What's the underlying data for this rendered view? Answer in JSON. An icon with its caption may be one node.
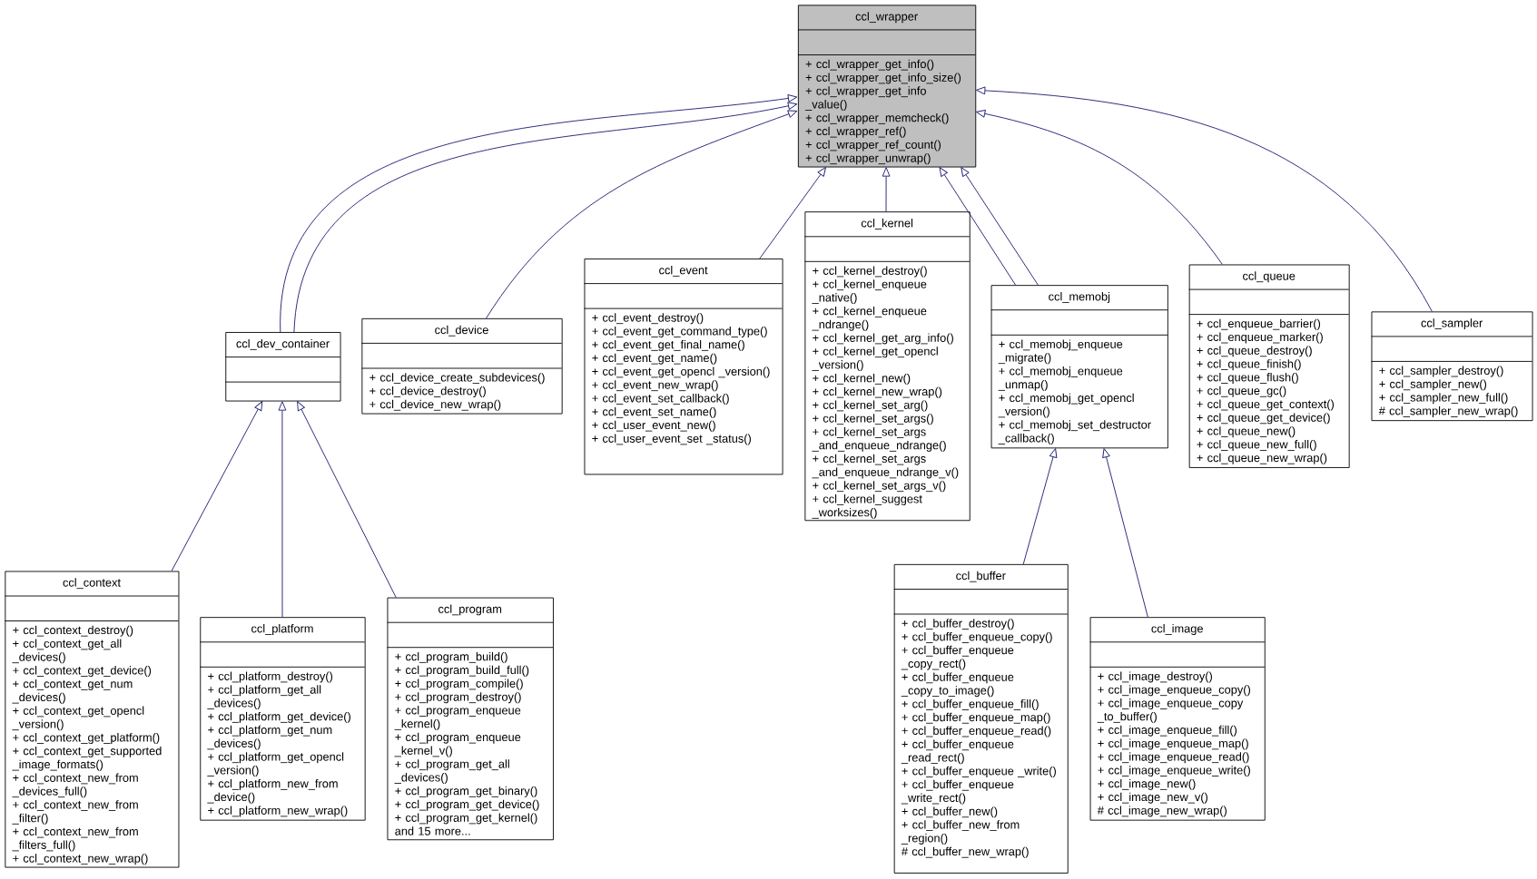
{
  "diagram": {
    "nodes": [
      {
        "text": [
          "ccl_wrapper",
          "+ ccl_wrapper_get_info()",
          "+ ccl_wrapper_get_info_size()",
          "+ ccl_wrapper_get_info _value()",
          "+ ccl_wrapper_memcheck()",
          "+ ccl_wrapper_ref()",
          "+ ccl_wrapper_ref_count()",
          "+ ccl_wrapper_unwrap()"
        ]
      },
      {
        "text": [
          "ccl_dev_container"
        ]
      },
      {
        "text": [
          "ccl_device",
          "+ ccl_device_create_subdevices()",
          "+ ccl_device_destroy()",
          "+ ccl_device_new_wrap()"
        ]
      },
      {
        "text": [
          "ccl_event",
          "+ ccl_event_destroy()",
          "+ ccl_event_get_command_type()",
          "+ ccl_event_get_final_name()",
          "+ ccl_event_get_name()",
          "+ ccl_event_get_opencl _version()",
          "+ ccl_event_new_wrap()",
          "+ ccl_event_set_callback()",
          "+ ccl_event_set_name()",
          "+ ccl_user_event_new()",
          "+ ccl_user_event_set _status()"
        ]
      },
      {
        "text": [
          "ccl_kernel",
          "+ ccl_kernel_destroy()",
          "+ ccl_kernel_enqueue _native()",
          "+ ccl_kernel_enqueue _ndrange()",
          "+ ccl_kernel_get_arg_info()",
          "+ ccl_kernel_get_opencl _version()",
          "+ ccl_kernel_new()",
          "+ ccl_kernel_new_wrap()",
          "+ ccl_kernel_set_arg()",
          "+ ccl_kernel_set_args()",
          "+ ccl_kernel_set_args _and_enqueue_ndrange()",
          "+ ccl_kernel_set_args _and_enqueue_ndrange_v()",
          "+ ccl_kernel_set_args_v()",
          "+ ccl_kernel_suggest _worksizes()"
        ]
      },
      {
        "text": [
          "ccl_memobj",
          "+ ccl_memobj_enqueue _migrate()",
          "+ ccl_memobj_enqueue _unmap()",
          "+ ccl_memobj_get_opencl _version()",
          "+ ccl_memobj_set_destructor _callback()"
        ]
      },
      {
        "text": [
          "ccl_queue",
          "+ ccl_enqueue_barrier()",
          "+ ccl_enqueue_marker()",
          "+ ccl_queue_destroy()",
          "+ ccl_queue_finish()",
          "+ ccl_queue_flush()",
          "+ ccl_queue_gc()",
          "+ ccl_queue_get_context()",
          "+ ccl_queue_get_device()",
          "+ ccl_queue_new()",
          "+ ccl_queue_new_full()",
          "+ ccl_queue_new_wrap()"
        ]
      },
      {
        "text": [
          "ccl_sampler",
          "+ ccl_sampler_destroy()",
          "+ ccl_sampler_new()",
          "+ ccl_sampler_new_full()",
          "# ccl_sampler_new_wrap()"
        ]
      },
      {
        "text": [
          "ccl_context",
          "+ ccl_context_destroy()",
          "+ ccl_context_get_all _devices()",
          "+ ccl_context_get_device()",
          "+ ccl_context_get_num _devices()",
          "+ ccl_context_get_opencl _version()",
          "+ ccl_context_get_platform()",
          "+ ccl_context_get_supported _image_formats()",
          "+ ccl_context_new_from _devices_full()",
          "+ ccl_context_new_from _filter()",
          "+ ccl_context_new_from _filters_full()",
          "+ ccl_context_new_wrap()"
        ]
      },
      {
        "text": [
          "ccl_platform",
          "+ ccl_platform_destroy()",
          "+ ccl_platform_get_all _devices()",
          "+ ccl_platform_get_device()",
          "+ ccl_platform_get_num _devices()",
          "+ ccl_platform_get_opencl _version()",
          "+ ccl_platform_new_from _device()",
          "+ ccl_platform_new_wrap()"
        ]
      },
      {
        "text": [
          "ccl_program",
          "+ ccl_program_build()",
          "+ ccl_program_build_full()",
          "+ ccl_program_compile()",
          "+ ccl_program_destroy()",
          "+ ccl_program_enqueue _kernel()",
          "+ ccl_program_enqueue _kernel_v()",
          "+ ccl_program_get_all _devices()",
          "+ ccl_program_get_binary()",
          "+ ccl_program_get_device()",
          "+ ccl_program_get_kernel()",
          "and 15 more..."
        ]
      },
      {
        "text": [
          "ccl_buffer",
          "+ ccl_buffer_destroy()",
          "+ ccl_buffer_enqueue_copy()",
          "+ ccl_buffer_enqueue _copy_rect()",
          "+ ccl_buffer_enqueue _copy_to_image()",
          "+ ccl_buffer_enqueue_fill()",
          "+ ccl_buffer_enqueue_map()",
          "+ ccl_buffer_enqueue_read()",
          "+ ccl_buffer_enqueue _read_rect()",
          "+ ccl_buffer_enqueue _write()",
          "+ ccl_buffer_enqueue _write_rect()",
          "+ ccl_buffer_new()",
          "+ ccl_buffer_new_from _region()",
          "# ccl_buffer_new_wrap()"
        ]
      },
      {
        "text": [
          "ccl_image",
          "+ ccl_image_destroy()",
          "+ ccl_image_enqueue_copy()",
          "+ ccl_image_enqueue_copy _to_buffer()",
          "+ ccl_image_enqueue_fill()",
          "+ ccl_image_enqueue_map()",
          "+ ccl_image_enqueue_read()",
          "+ ccl_image_enqueue_write()",
          "+ ccl_image_new()",
          "+ ccl_image_new_v()",
          "# ccl_image_new_wrap()"
        ]
      }
    ],
    "edges": [
      {
        "from": 1,
        "to": 0,
        "arrow": "to"
      },
      {
        "from": 1,
        "to": 0,
        "arrow": "to"
      },
      {
        "from": 2,
        "to": 0,
        "arrow": "to"
      },
      {
        "from": 3,
        "to": 0,
        "arrow": "to"
      },
      {
        "from": 4,
        "to": 0,
        "arrow": "to"
      },
      {
        "from": 5,
        "to": 0,
        "arrow": "to"
      },
      {
        "from": 5,
        "to": 0,
        "arrow": "to"
      },
      {
        "from": 6,
        "to": 0,
        "arrow": "to"
      },
      {
        "from": 7,
        "to": 0,
        "arrow": "to"
      },
      {
        "from": 8,
        "to": 1,
        "arrow": "to"
      },
      {
        "from": 9,
        "to": 1,
        "arrow": "to"
      },
      {
        "from": 10,
        "to": 1,
        "arrow": "to"
      },
      {
        "from": 11,
        "to": 5,
        "arrow": "to"
      },
      {
        "from": 12,
        "to": 5,
        "arrow": "to"
      }
    ]
  }
}
